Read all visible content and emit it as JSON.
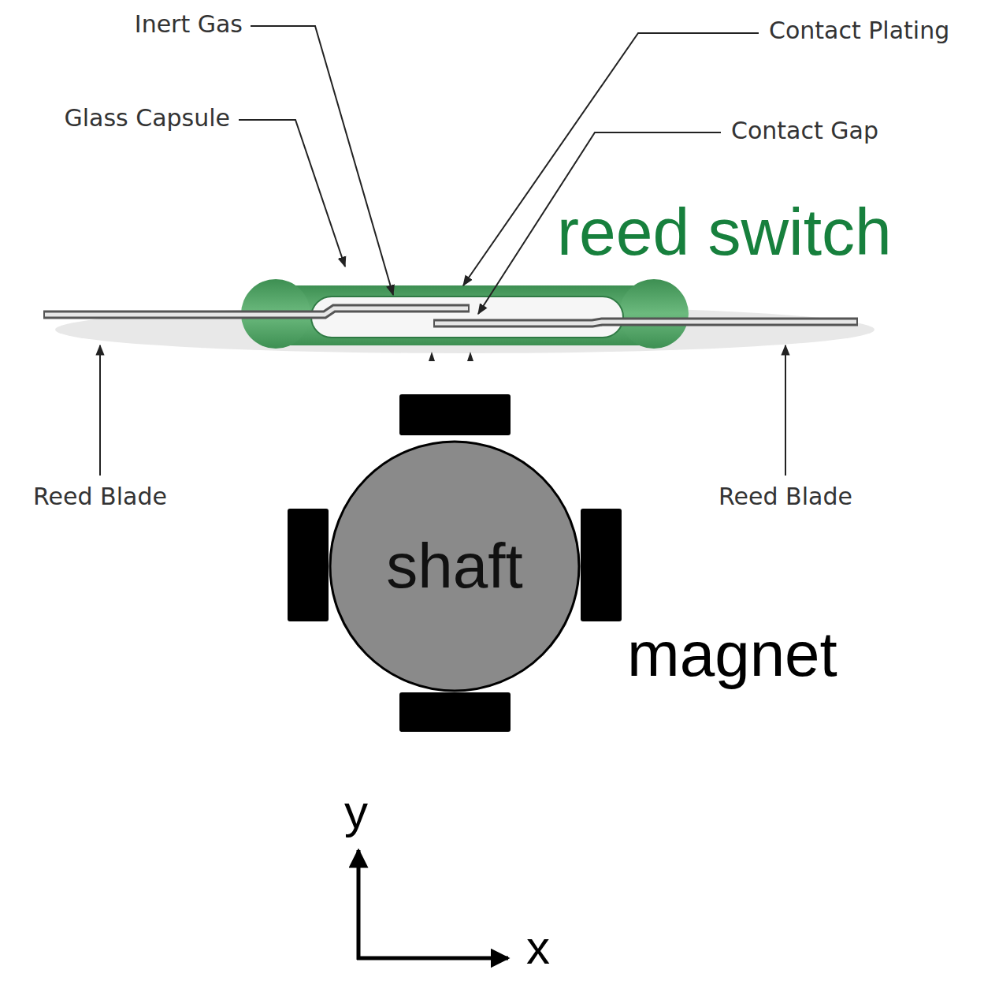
{
  "diagram": {
    "nodes": [
      {
        "text": [
          "shaft"
        ]
      }
    ],
    "labels": [
      "Inert Gas",
      "Glass Capsule",
      "Contact Plating",
      "Contact Gap",
      "reed switch",
      "Reed Blade",
      "Reed Blade",
      "magnet",
      "y",
      "x"
    ]
  }
}
